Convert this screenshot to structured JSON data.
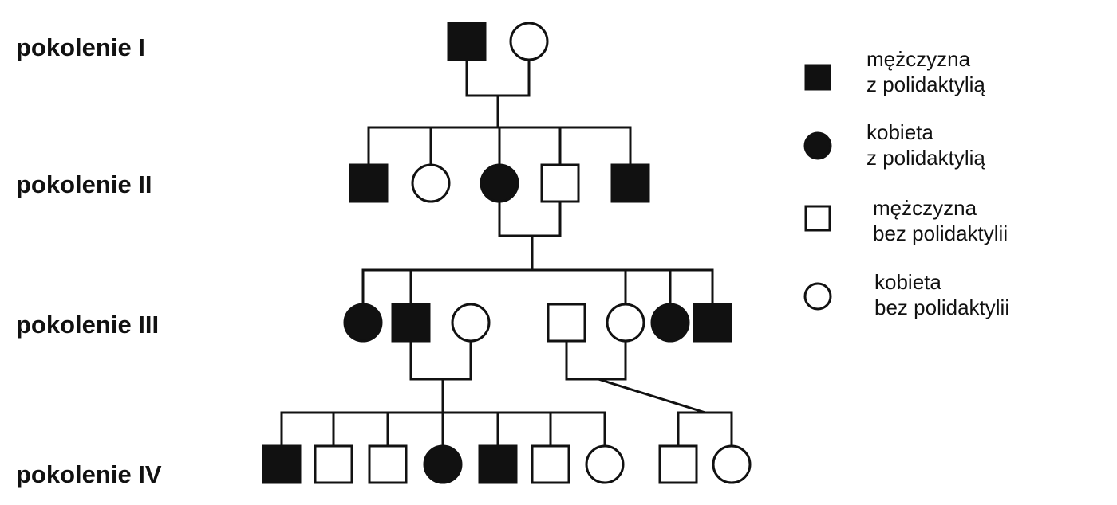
{
  "generations": [
    {
      "label": "pokolenie I"
    },
    {
      "label": "pokolenie II"
    },
    {
      "label": "pokolenie III"
    },
    {
      "label": "pokolenie IV"
    }
  ],
  "legend": [
    {
      "symbol": "square",
      "filled": true,
      "line1": "mężczyzna",
      "line2": "z polidaktylią"
    },
    {
      "symbol": "circle",
      "filled": true,
      "line1": "kobieta",
      "line2": "z polidaktylią"
    },
    {
      "symbol": "square",
      "filled": false,
      "line1": "mężczyzna",
      "line2": "bez polidaktylii"
    },
    {
      "symbol": "circle",
      "filled": false,
      "line1": "kobieta",
      "line2": "bez polidaktylii"
    }
  ],
  "individuals": [
    {
      "id": "I-1",
      "generation": 1,
      "sex": "male",
      "affected": true
    },
    {
      "id": "I-2",
      "generation": 1,
      "sex": "female",
      "affected": false
    },
    {
      "id": "II-1",
      "generation": 2,
      "sex": "male",
      "affected": true
    },
    {
      "id": "II-2",
      "generation": 2,
      "sex": "female",
      "affected": false
    },
    {
      "id": "II-3",
      "generation": 2,
      "sex": "female",
      "affected": true
    },
    {
      "id": "II-4",
      "generation": 2,
      "sex": "male",
      "affected": false
    },
    {
      "id": "II-5",
      "generation": 2,
      "sex": "male",
      "affected": true
    },
    {
      "id": "III-1",
      "generation": 3,
      "sex": "female",
      "affected": true
    },
    {
      "id": "III-2",
      "generation": 3,
      "sex": "male",
      "affected": true
    },
    {
      "id": "III-3",
      "generation": 3,
      "sex": "female",
      "affected": false
    },
    {
      "id": "III-4",
      "generation": 3,
      "sex": "male",
      "affected": false
    },
    {
      "id": "III-5",
      "generation": 3,
      "sex": "female",
      "affected": false
    },
    {
      "id": "III-6",
      "generation": 3,
      "sex": "female",
      "affected": true
    },
    {
      "id": "III-7",
      "generation": 3,
      "sex": "male",
      "affected": true
    },
    {
      "id": "IV-1",
      "generation": 4,
      "sex": "male",
      "affected": true
    },
    {
      "id": "IV-2",
      "generation": 4,
      "sex": "male",
      "affected": false
    },
    {
      "id": "IV-3",
      "generation": 4,
      "sex": "male",
      "affected": false
    },
    {
      "id": "IV-4",
      "generation": 4,
      "sex": "female",
      "affected": true
    },
    {
      "id": "IV-5",
      "generation": 4,
      "sex": "male",
      "affected": true
    },
    {
      "id": "IV-6",
      "generation": 4,
      "sex": "male",
      "affected": false
    },
    {
      "id": "IV-7",
      "generation": 4,
      "sex": "female",
      "affected": false
    },
    {
      "id": "IV-8",
      "generation": 4,
      "sex": "male",
      "affected": false
    },
    {
      "id": "IV-9",
      "generation": 4,
      "sex": "female",
      "affected": false
    }
  ],
  "unions": [
    {
      "partners": [
        "I-1",
        "I-2"
      ],
      "children": [
        "II-1",
        "II-2",
        "II-3",
        "II-4",
        "II-5"
      ]
    },
    {
      "partners": [
        "II-3",
        "II-4"
      ],
      "children": [
        "III-1",
        "III-2",
        "III-5",
        "III-6",
        "III-7"
      ]
    },
    {
      "partners": [
        "III-2",
        "III-3"
      ],
      "children": [
        "IV-1",
        "IV-2",
        "IV-3",
        "IV-4",
        "IV-5",
        "IV-6",
        "IV-7"
      ]
    },
    {
      "partners": [
        "III-4",
        "III-5"
      ],
      "children": [
        "IV-8",
        "IV-9"
      ]
    }
  ]
}
